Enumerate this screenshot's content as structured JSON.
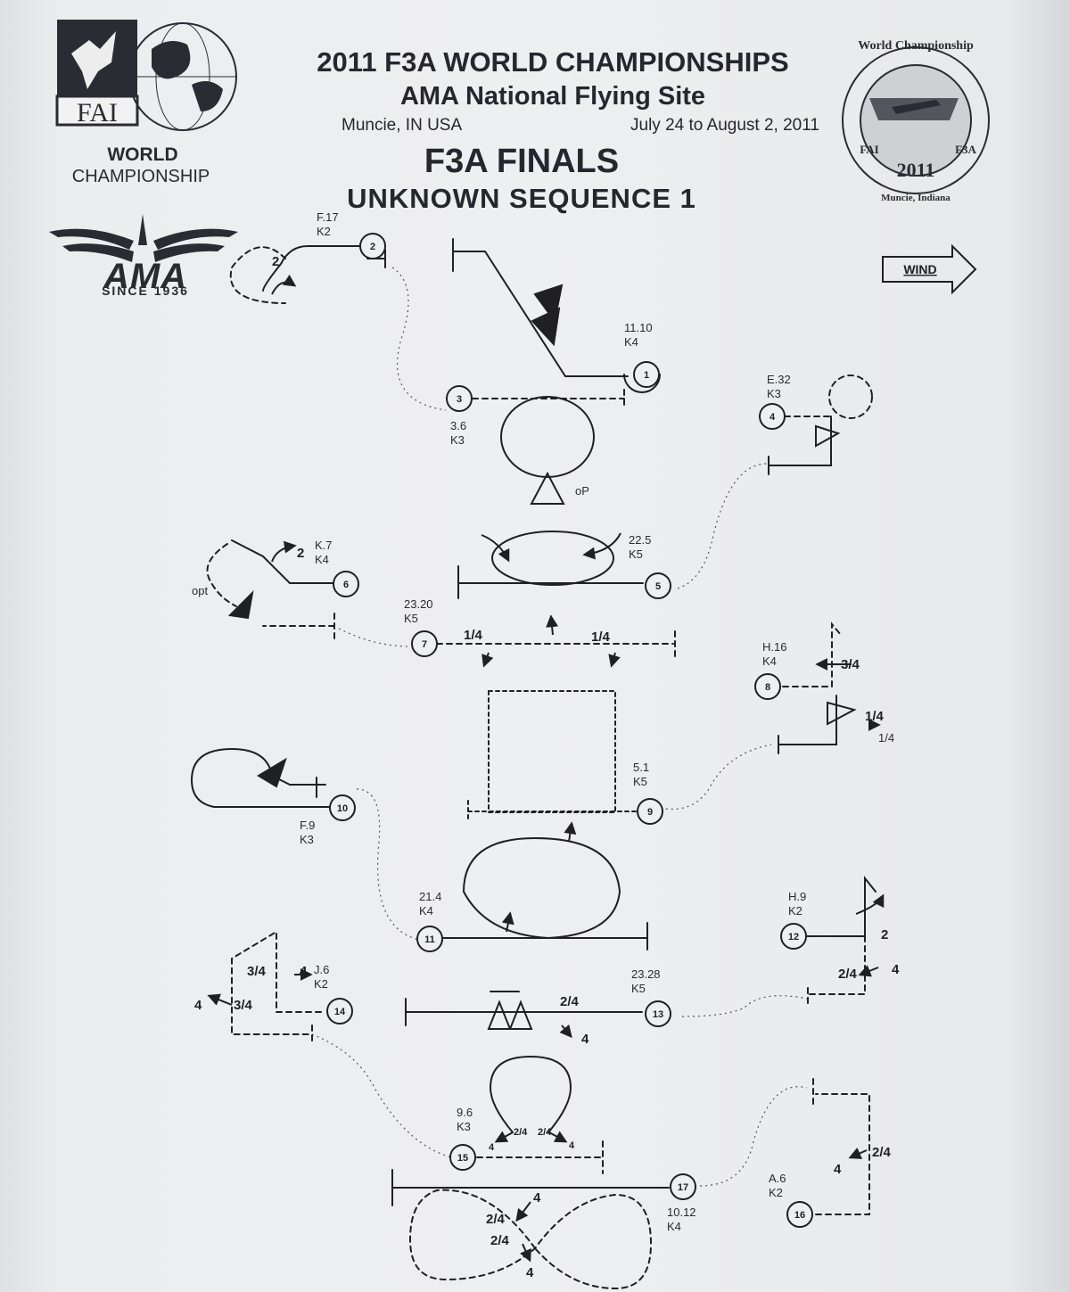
{
  "header": {
    "title_line1": "2011 F3A WORLD CHAMPIONSHIPS",
    "title_line2": "AMA National Flying Site",
    "location": "Muncie, IN  USA",
    "dates": "July 24 to August 2, 2011",
    "event": "F3A FINALS",
    "sequence": "UNKNOWN SEQUENCE  1"
  },
  "logos": {
    "fai_badge": "FAI",
    "fai_caption_1": "WORLD",
    "fai_caption_2": "CHAMPIONSHIP",
    "ama": "AMA",
    "ama_since": "SINCE 1936",
    "seal_top": "World Championship",
    "seal_fai": "FAI",
    "seal_f3a": "F3A",
    "seal_year": "2011",
    "seal_bottom": "Muncie, Indiana"
  },
  "wind": {
    "label": "WIND"
  },
  "maneuvers": [
    {
      "num": "1",
      "code": "11.10",
      "k": "K4"
    },
    {
      "num": "2",
      "code": "F.17",
      "k": "K2"
    },
    {
      "num": "3",
      "code": "3.6",
      "k": "K3"
    },
    {
      "num": "4",
      "code": "E.32",
      "k": "K3"
    },
    {
      "num": "5",
      "code": "22.5",
      "k": "K5"
    },
    {
      "num": "6",
      "code": "K.7",
      "k": "K4"
    },
    {
      "num": "7",
      "code": "23.20",
      "k": "K5"
    },
    {
      "num": "8",
      "code": "H.16",
      "k": "K4"
    },
    {
      "num": "9",
      "code": "5.1",
      "k": "K5"
    },
    {
      "num": "10",
      "code": "F.9",
      "k": "K3"
    },
    {
      "num": "11",
      "code": "21.4",
      "k": "K4"
    },
    {
      "num": "12",
      "code": "H.9",
      "k": "K2"
    },
    {
      "num": "13",
      "code": "23.28",
      "k": "K5"
    },
    {
      "num": "14",
      "code": "J.6",
      "k": "K2"
    },
    {
      "num": "15",
      "code": "9.6",
      "k": "K3"
    },
    {
      "num": "16",
      "code": "A.6",
      "k": "K2"
    },
    {
      "num": "17",
      "code": "10.12",
      "k": "K4"
    }
  ],
  "roll_marks": {
    "m2": "2",
    "m6": "2",
    "m6_opt": "opt",
    "m3_opt": "oP",
    "m7_a": "1/4",
    "m7_b": "1/4",
    "m8_a": "3/4",
    "m8_b": "1/4",
    "m8_c": "1/4",
    "m12": "2",
    "m13_a": "2/4",
    "m13_b": "4",
    "m12_b": "2/4",
    "m12_c": "4",
    "m14_a": "3/4",
    "m14_b": "4",
    "m14_c": "4",
    "m14_d": "3/4",
    "m15_a": "2/4",
    "m15_b": "2/4",
    "m15_c": "4",
    "m15_d": "4",
    "m16_a": "2/4",
    "m16_b": "4",
    "m17_a": "4",
    "m17_b": "2/4",
    "m17_c": "2/4",
    "m17_d": "4"
  },
  "colors": {
    "ink": "#1f1f24",
    "paper": "#eeeff1"
  }
}
